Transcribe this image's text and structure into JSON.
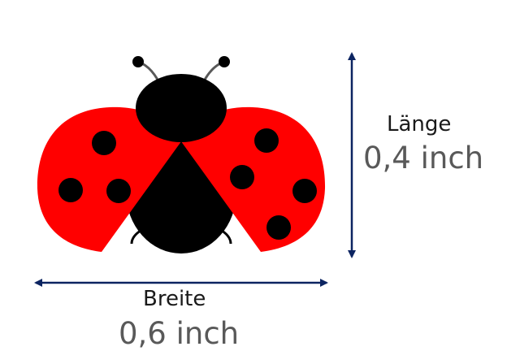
{
  "dimensions": {
    "length": {
      "label": "Länge",
      "value": "0,4 inch"
    },
    "width": {
      "label": "Breite",
      "value": "0,6 inch"
    }
  },
  "colors": {
    "wing_red": "#ff0000",
    "body_black": "#000000",
    "arrow_navy": "#0c2461",
    "value_gray": "#595959",
    "label_dark": "#1a1a1a"
  },
  "icons": {
    "illustration": "ladybug-icon"
  }
}
